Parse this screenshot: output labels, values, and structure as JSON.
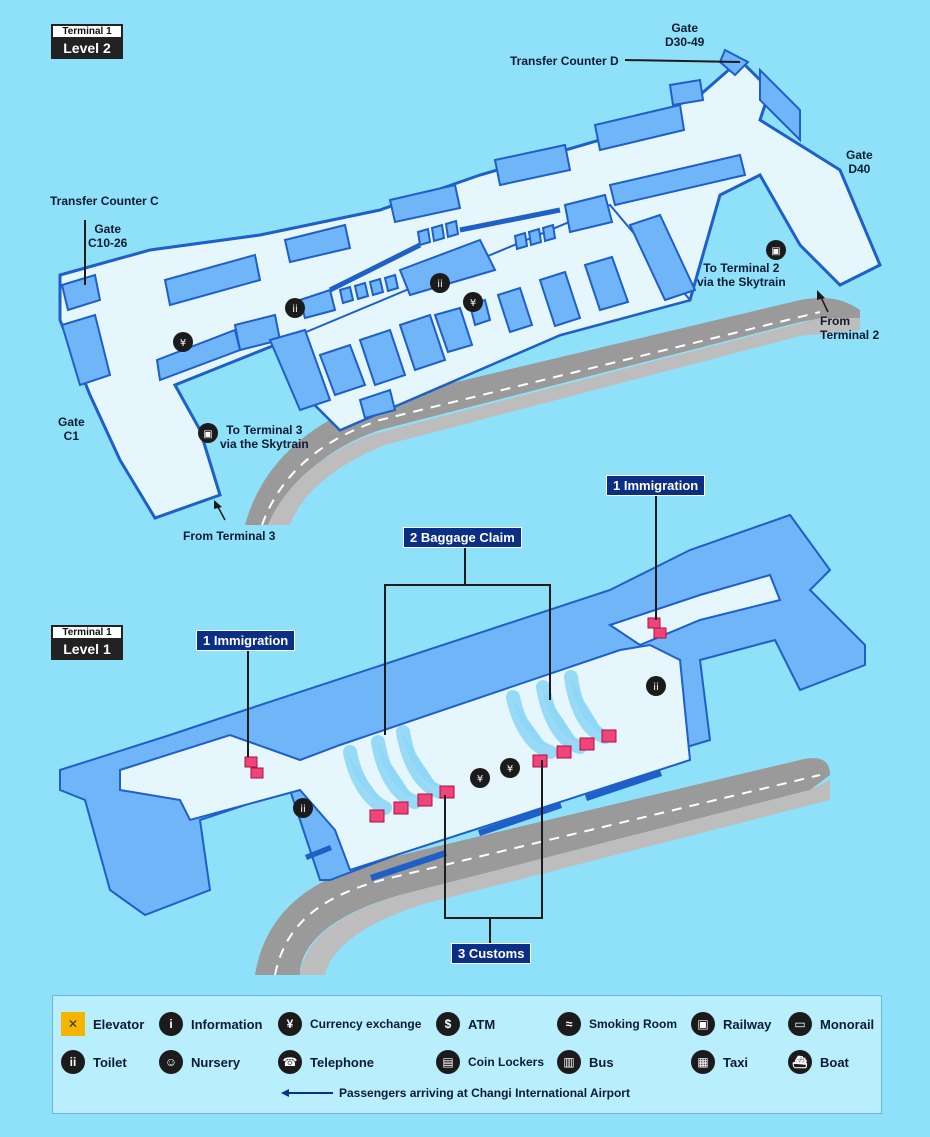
{
  "level2": {
    "terminal": "Terminal 1",
    "level": "Level 2",
    "labels": {
      "gate_d30": "Gate\nD30-49",
      "transfer_d": "Transfer Counter D",
      "gate_d40": "Gate\nD40",
      "transfer_c": "Transfer Counter C",
      "gate_c10": "Gate\nC10-26",
      "gate_c1": "Gate\nC1",
      "to_t2": "To Terminal 2\nvia the Skytrain",
      "from_t2": "From\nTerminal 2",
      "to_t3": "To Terminal 3\nvia the Skytrain",
      "from_t3": "From Terminal 3"
    }
  },
  "level1": {
    "terminal": "Terminal 1",
    "level": "Level 1",
    "tags": {
      "immigration_right": "1 Immigration",
      "immigration_left": "1 Immigration",
      "baggage": "2 Baggage Claim",
      "customs": "3 Customs"
    }
  },
  "legend": {
    "items": [
      {
        "icon": "elevator-icon",
        "label": "Elevator",
        "glyph": "✕"
      },
      {
        "icon": "information-icon",
        "label": "Information",
        "glyph": "i"
      },
      {
        "icon": "currency-exchange-icon",
        "label": "Currency exchange",
        "glyph": "¥"
      },
      {
        "icon": "atm-icon",
        "label": "ATM",
        "glyph": "$"
      },
      {
        "icon": "smoking-room-icon",
        "label": "Smoking Room",
        "glyph": "≈"
      },
      {
        "icon": "railway-icon",
        "label": "Railway",
        "glyph": "▣"
      },
      {
        "icon": "monorail-icon",
        "label": "Monorail",
        "glyph": "▭"
      },
      {
        "icon": "toilet-icon",
        "label": "Toilet",
        "glyph": "ii"
      },
      {
        "icon": "nursery-icon",
        "label": "Nursery",
        "glyph": "☺"
      },
      {
        "icon": "telephone-icon",
        "label": "Telephone",
        "glyph": "☎"
      },
      {
        "icon": "coin-lockers-icon",
        "label": "Coin Lockers",
        "glyph": "▤"
      },
      {
        "icon": "bus-icon",
        "label": "Bus",
        "glyph": "▥"
      },
      {
        "icon": "taxi-icon",
        "label": "Taxi",
        "glyph": "▦"
      },
      {
        "icon": "boat-icon",
        "label": "Boat",
        "glyph": "⛴"
      }
    ],
    "arrival_note": "Passengers arriving at Changi International Airport"
  },
  "colors": {
    "background": "#8fe1f9",
    "floor": "#e6f6fd",
    "wall": "#1e5fc8",
    "block": "#6fb5f7",
    "road": "#c8c8c8",
    "counter": "#f0457a",
    "tag": "#0c2f86"
  }
}
